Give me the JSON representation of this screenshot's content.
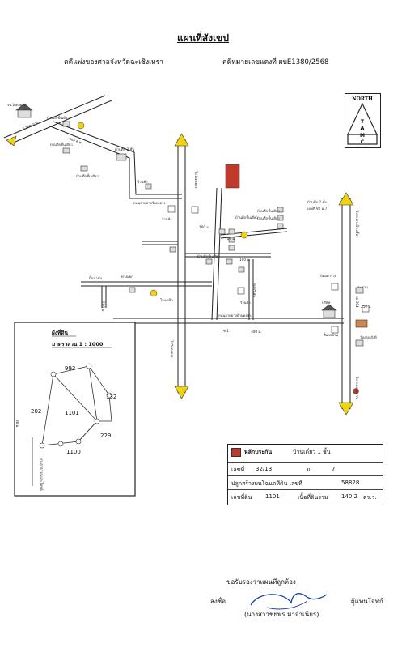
{
  "title": "แผนที่สังเขป",
  "header": {
    "court": "คดีแพ่งของศาลจังหวัดฉะเชิงเทรา",
    "case_no": "คดีหมายเลขแดงที่ ผบE1380/2568"
  },
  "north": {
    "label": "NORTH",
    "letters": [
      "T",
      "A",
      "M",
      "C"
    ]
  },
  "map_labels": {
    "school": "รร.วัดดงยาง",
    "road_top": "ถ.วัดดงยาง",
    "road_diag": "ซอย ส.ห.",
    "house1": "บ้านตึกชั้นเดียว",
    "house2": "บ้านตึกชั้นเดียว",
    "house3": "บ้านตึก 2 ชั้น",
    "house4": "บ้านตึกชั้นเดียว",
    "rest": "ร้านค้า",
    "shop": "ร้านค้า",
    "road_mid": "ถนนลาดยางวัดดงยาง",
    "km_val": "100 ม.",
    "km_val2": "200 ม.",
    "road_v": "ไปวัดดงยาง",
    "road_v2": "ไปวัดดงยาง",
    "dist1": "100 ม.",
    "dist2": "700 ม.",
    "cluster1": "บ้านตึกชั้นเดียว",
    "cluster2": "บ้านตึกชั้นเดียว",
    "cluster3": "บ้านตึกชั้นเดียว",
    "cluster4": "บ้านตึก 2 ชั้น",
    "house_no": "เลขที่ 92 ม.7",
    "hwy": "ไป อ.บางน้ำเปรี้ยว",
    "hwy2": "ไป อ.แปลงยาว",
    "hwy_no": "ทล.304",
    "road_low": "ถนนลาดยางบ้านดงยาง",
    "police": "ป้อมตำรวจ",
    "temple": "วัดอุรุณรังษี",
    "bank": "บริษัท",
    "shop2": "ร้านค้า",
    "gas": "ปั๊มน้ำมัน",
    "lane": "ซอยวิเศษ",
    "lane_num": "ซ.1",
    "crossroad": "สี่แยกบ้าน",
    "factory": "โรงเหล็ก",
    "dist3": "300 ม.",
    "dist4": "250 ม.",
    "junction": "ทางแยก",
    "bridge": "สะพาน"
  },
  "inset": {
    "title": "ผังที่ดิน",
    "scale": "มาตราส่วน 1 : 1000",
    "lots": [
      "993",
      "202",
      "1101",
      "132",
      "229",
      "1100"
    ],
    "road": "ทางสาธารณประโยชน์",
    "dist": "30 ม."
  },
  "legend": {
    "security": "หลักประกัน",
    "building": "บ้านเดี่ยว 1 ชั้น",
    "no_label": "เลขที่",
    "no_value": "32/13",
    "moo_label": "ม.",
    "moo_value": "7",
    "built_on": "ปลูกสร้างบนโฉนดที่ดิน เลขที่",
    "deed_value": "58828",
    "land_no_label": "เลขที่ดิน",
    "land_no_value": "1101",
    "area_label": "เนื้อที่ดินรวม",
    "area_value": "140.2",
    "area_unit": "ตร.ว."
  },
  "certify": {
    "text": "ขอรับรองว่าแผนที่ถูกต้อง",
    "sign_label": "ลงชื่อ",
    "role": "ผู้แทนโจทก์",
    "name": "(นางสาวชยพร มาจำเนียร)"
  },
  "colors": {
    "collateral": "#c0392b",
    "accent_yellow": "#f1d312",
    "arrow_green": "#7fbf3f"
  }
}
